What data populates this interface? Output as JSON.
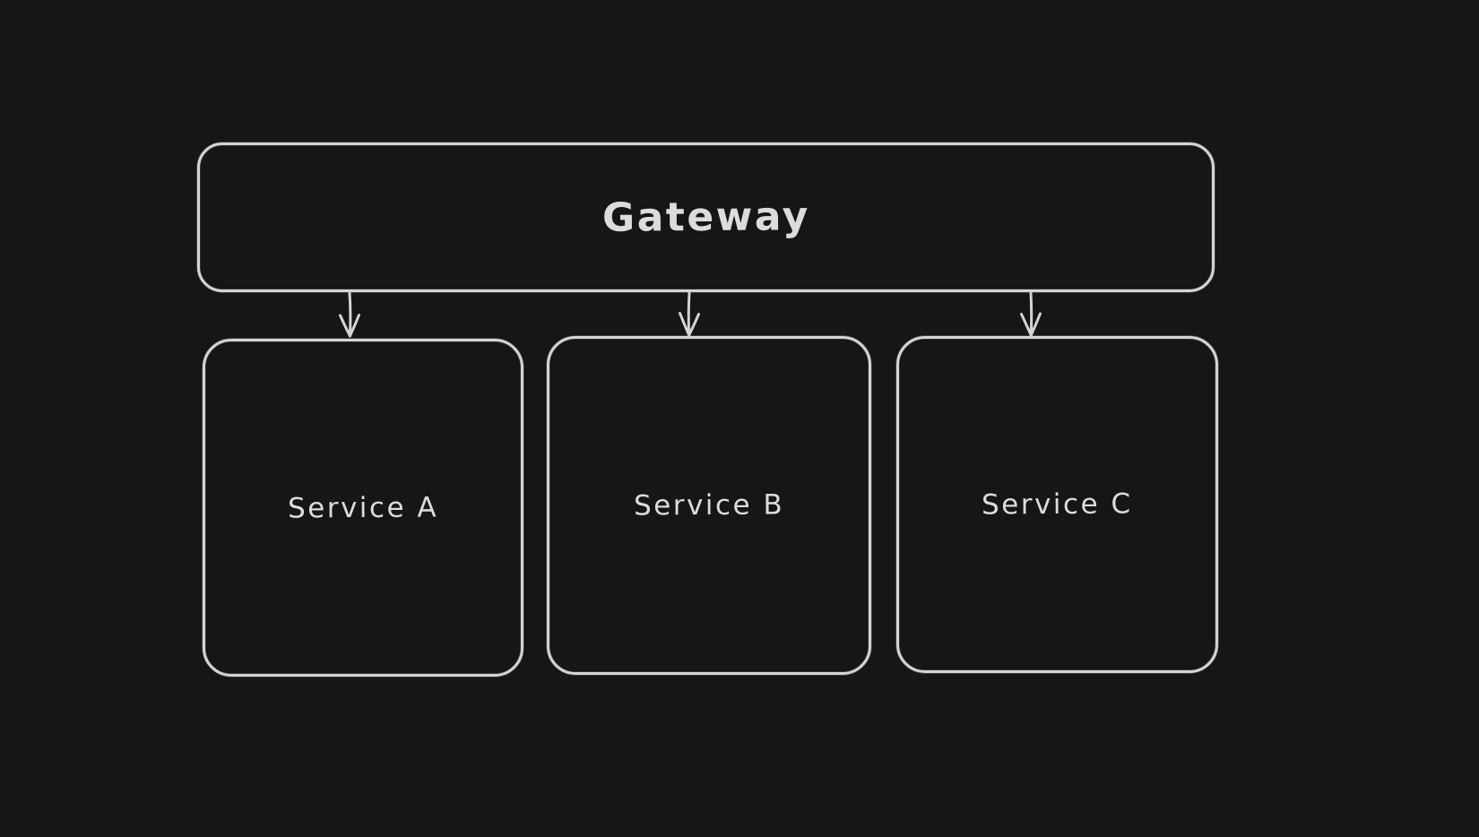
{
  "canvas": {
    "background_color": "#161616",
    "stroke_color": "#d4d4d4",
    "text_color": "#dcdcdc",
    "style": "hand-drawn-whiteboard-dark"
  },
  "diagram": {
    "type": "flowchart",
    "nodes": [
      {
        "id": "gateway",
        "label": "Gateway",
        "shape": "rounded-rectangle"
      },
      {
        "id": "service-a",
        "label": "Service A",
        "shape": "rounded-rectangle"
      },
      {
        "id": "service-b",
        "label": "Service B",
        "shape": "rounded-rectangle"
      },
      {
        "id": "service-c",
        "label": "Service C",
        "shape": "rounded-rectangle"
      }
    ],
    "edges": [
      {
        "from": "Gateway",
        "to": "Service A",
        "style": "arrow-down"
      },
      {
        "from": "Gateway",
        "to": "Service B",
        "style": "arrow-down"
      },
      {
        "from": "Gateway",
        "to": "Service C",
        "style": "arrow-down"
      }
    ]
  }
}
